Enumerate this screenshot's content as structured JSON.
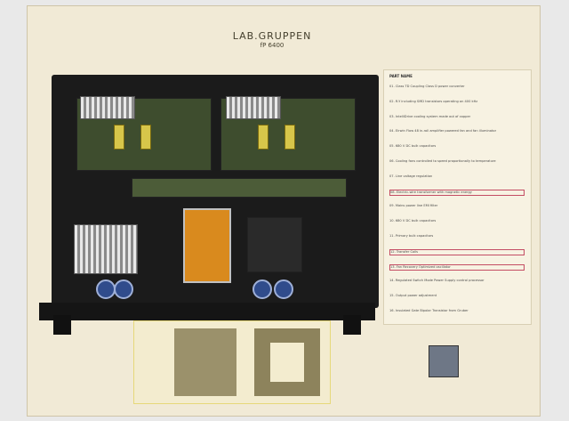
{
  "header": {
    "brand": "LAB.GRUPPEN",
    "model": "fP 6400"
  },
  "legend": {
    "title": "PART NAME",
    "items": [
      "01. Class TD Coupling Class D power converter",
      "02. R-Y including SMD transistors operating on 400 kHz",
      "03. IntelliDrive cooling system made out of copper",
      "04. Eirwin Flow 48 in-roll amplifier powered fan and fan illuminator",
      "05. 680 V DC bulk capacitors",
      "06. Cooling fans controlled to speed proportionally to temperature",
      "07. Line voltage regulation",
      "08. Electric-wire transformer with magnetic energy",
      "09. Mains power line EMI filter",
      "10. 680 V DC bulk capacitors",
      "11. Primary bulk capacitors",
      "12. Transfer Coils",
      "13. Fan Recovery Optimized oscillator",
      "14. Regulated Switch Mode Power Supply control processor",
      "15. Output power adjustment",
      "16. Insulated Gate Bipolar Transistor from Gruber"
    ],
    "highlighted": [
      7,
      11,
      12
    ]
  },
  "colors": {
    "background": "#e9e9e9",
    "poster": "#f1ead6",
    "chassis": "#1b1b1b",
    "highlight": "#c44d64",
    "transformer": "#d98a1e"
  }
}
